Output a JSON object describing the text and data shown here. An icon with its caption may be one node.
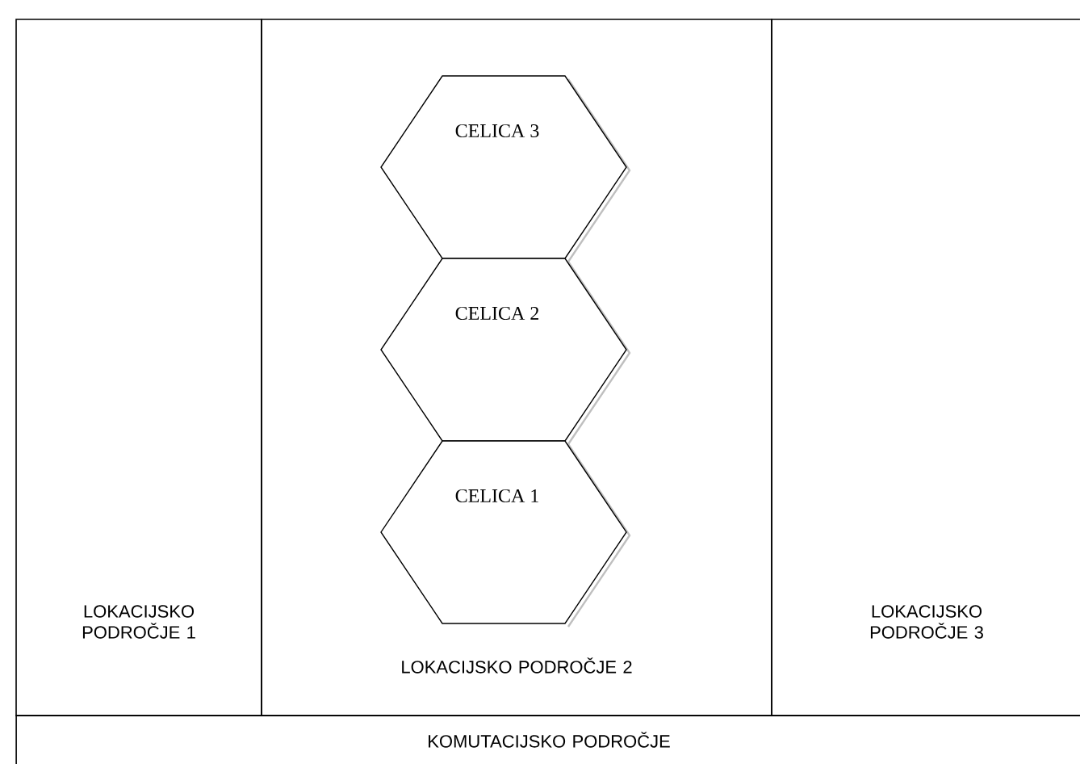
{
  "diagram": {
    "nodes": [
      {
        "text": [
          "LOKACIJSKO PODROČJE 1"
        ]
      },
      {
        "text": [
          "LOKACIJSKO PODROČJE 2"
        ]
      },
      {
        "text": [
          "CELICA 3"
        ],
        "in": 1
      },
      {
        "text": [
          "CELICA 2"
        ],
        "in": 1
      },
      {
        "text": [
          "CELICA 1"
        ],
        "in": 1
      },
      {
        "text": [
          "LOKACIJSKO PODROČJE 3"
        ]
      },
      {
        "text": [
          "KOMUTACIJSKO PODROČJE"
        ]
      }
    ]
  }
}
